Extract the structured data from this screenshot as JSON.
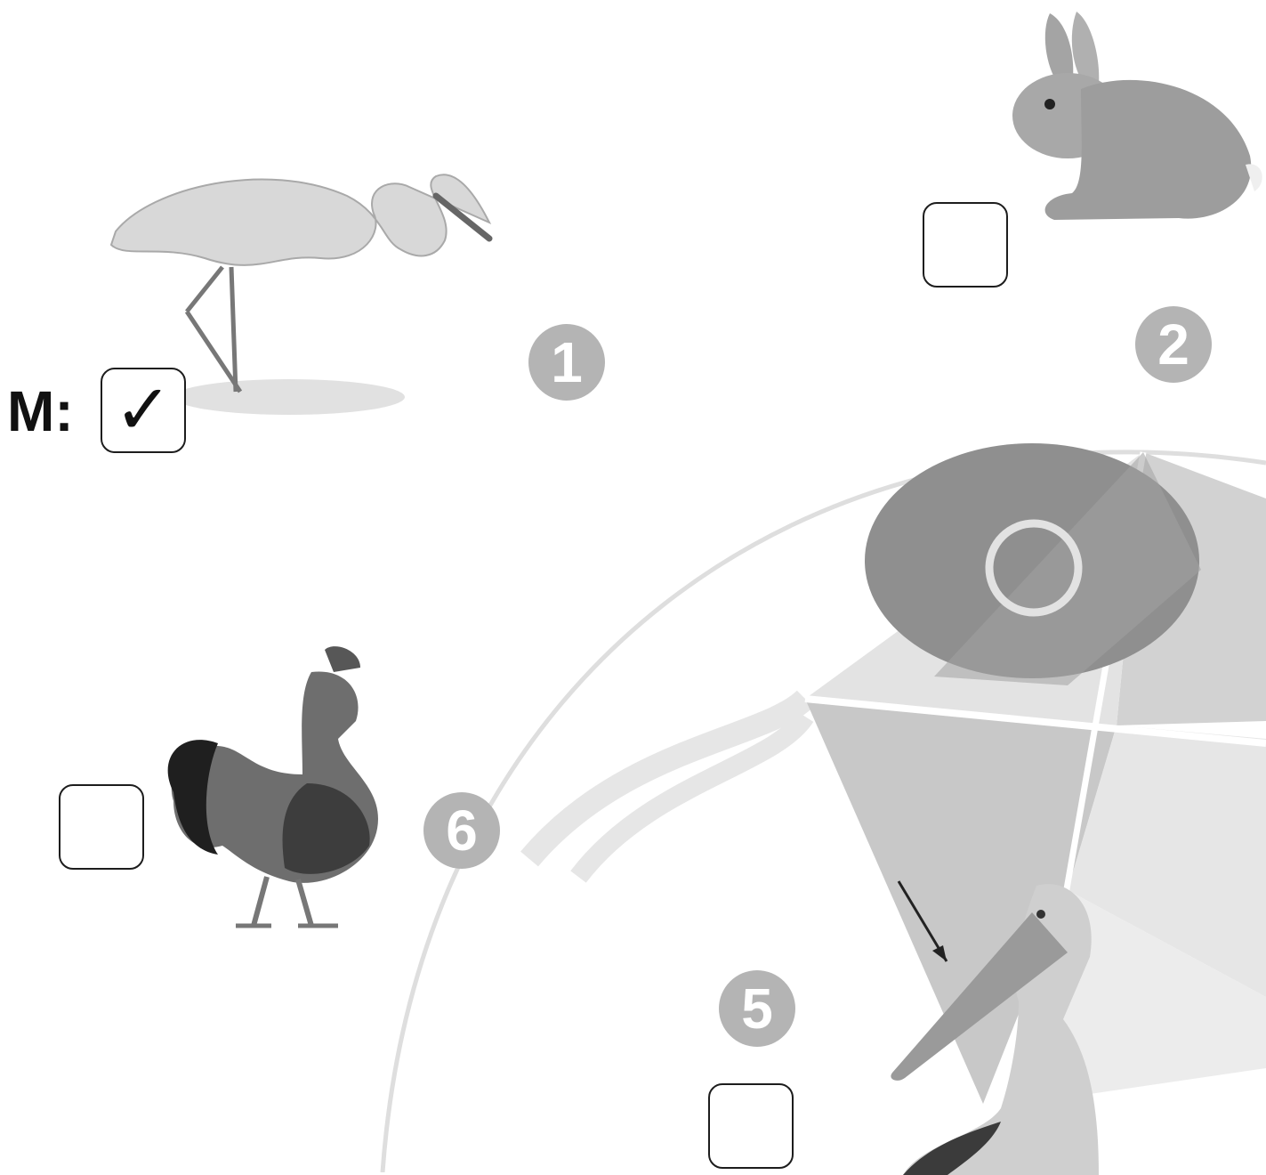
{
  "example": {
    "label": "M:",
    "check_mark": "✓"
  },
  "items": [
    {
      "number": "1",
      "animal": "heron-or-egret",
      "checked": true
    },
    {
      "number": "2",
      "animal": "rabbit",
      "checked": false
    },
    {
      "number": "5",
      "animal": "pelican",
      "checked": false
    },
    {
      "number": "6",
      "animal": "rooster",
      "checked": false
    }
  ],
  "badges": {
    "one": "1",
    "two": "2",
    "five": "5",
    "six": "6"
  },
  "colors": {
    "badge": "#b4b4b4",
    "kite_dark": "#8f8f8f",
    "kite_mid": "#c4c4c4",
    "kite_light": "#dedede",
    "arc": "#dcdcdc",
    "ink": "#1d1d1d"
  }
}
